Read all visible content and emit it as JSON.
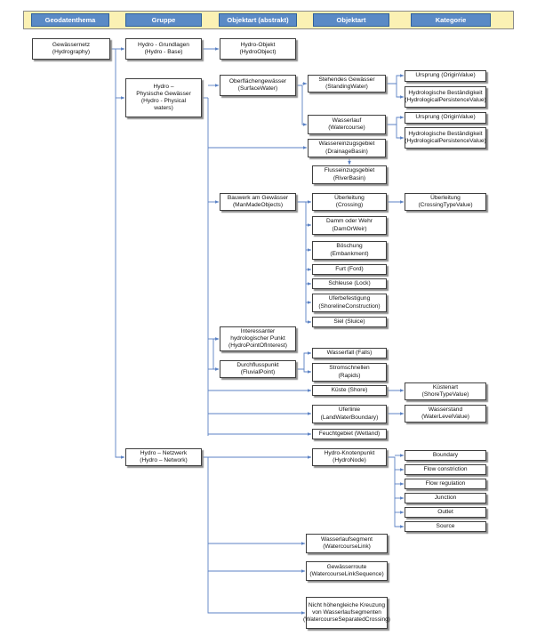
{
  "header": {
    "geodatenthema": "Geodatenthema",
    "gruppe": "Gruppe",
    "objektart_abstrakt": "Objektart (abstrakt)",
    "objektart": "Objektart",
    "kategorie": "Kategorie"
  },
  "nodes": {
    "gewaessernetz": [
      "Gewässernetz",
      "(Hydrography)"
    ],
    "hydro_grundlagen": [
      "Hydro - Grundlagen",
      "(Hydro - Base)"
    ],
    "hydro_objekt": [
      "Hydro-Objekt",
      "(HydroObject)"
    ],
    "hydro_physische": [
      "Hydro –",
      "Physische Gewässer",
      "(Hydro - Physical",
      "waters)"
    ],
    "oberflaechengewaesser": [
      "Oberflächengewässer",
      "(SurfaceWater)"
    ],
    "stehendes_gewaesser": [
      "Stehendes Gewässer",
      "(StandingWater)"
    ],
    "ursprung_1": [
      "Ursprung (OriginValue)"
    ],
    "hydrologische_1": [
      "Hydrologische Beständigkeit",
      "(HydrologicalPersistenceValue)"
    ],
    "wasserlauf": [
      "Wasserlauf",
      "(Watercourse)"
    ],
    "ursprung_2": [
      "Ursprung (OriginValue)"
    ],
    "hydrologische_2": [
      "Hydrologische Beständigkeit",
      "(HydrologicalPersistenceValue)"
    ],
    "wassereinzugsgebiet": [
      "Wassereinzugsgebiet",
      "(DrainageBasin)"
    ],
    "flusseinzugsgebiet": [
      "Flusseinzugsgebiet",
      "(RiverBasin)"
    ],
    "bauwerk": [
      "Bauwerk am Gewässer",
      "(ManMadeObjects)"
    ],
    "ueberleitung": [
      "Überleitung",
      "(Crossing)"
    ],
    "ueberleitung_kat": [
      "Überleitung",
      "(CrossingTypeValue)"
    ],
    "damm": [
      "Damm oder Wehr",
      "(DamOrWeir)"
    ],
    "boeschung": [
      "Böschung",
      "(Embankment)"
    ],
    "furt": [
      "Furt (Ford)"
    ],
    "schleuse": [
      "Schleuse (Lock)"
    ],
    "uferbefestigung": [
      "Uferbefestigung",
      "(ShorelineConstruction)"
    ],
    "siel": [
      "Siel (Sluice)"
    ],
    "interessanter": [
      "Interessanter",
      "hydrologischer Punkt",
      "(HydroPointOfInterest)"
    ],
    "wasserfall": [
      "Wasserfall (Falls)"
    ],
    "durchflusspunkt": [
      "Durchflusspunkt",
      "(FluvialPoint)"
    ],
    "stromschnellen": [
      "Stromschnellen",
      "(Rapids)"
    ],
    "kueste": [
      "Küste (Shore)"
    ],
    "kuestenart": [
      "Küstenart",
      "(ShoreTypeValue)"
    ],
    "uferlinie": [
      "Uferlinie",
      "(LandWaterBoundary)"
    ],
    "wasserstand": [
      "Wasserstand",
      "(WaterLevelValue)"
    ],
    "feuchtgebiet": [
      "Feuchtgebiet (Wetland)"
    ],
    "hydro_netzwerk": [
      "Hydro – Netzwerk",
      "(Hydro – Network)"
    ],
    "hydro_knotenpunkt": [
      "Hydro-Knotenpunkt",
      "(HydroNode)"
    ],
    "boundary": [
      "Boundary"
    ],
    "flow_constriction": [
      "Flow constriction"
    ],
    "flow_regulation": [
      "Flow regulation"
    ],
    "junction": [
      "Junction"
    ],
    "outlet": [
      "Outlet"
    ],
    "source": [
      "Source"
    ],
    "wasserlaufsegment": [
      "Wasserlaufsegment",
      "(WatercourseLink)"
    ],
    "gewaesserroute": [
      "Gewässerroute",
      "(WatercourseLinkSequence)"
    ],
    "nicht_hoehengleiche": [
      "Nicht höhengleiche Kreuzung",
      "von Wasserlaufsegmenten",
      "(WatercourseSeparatedCrossing)"
    ]
  },
  "colors": {
    "header_fill": "#5a8ac6",
    "header_bar": "#fbf1b4",
    "connector": "#5b82c4",
    "node_border": "#3f3f3f"
  }
}
